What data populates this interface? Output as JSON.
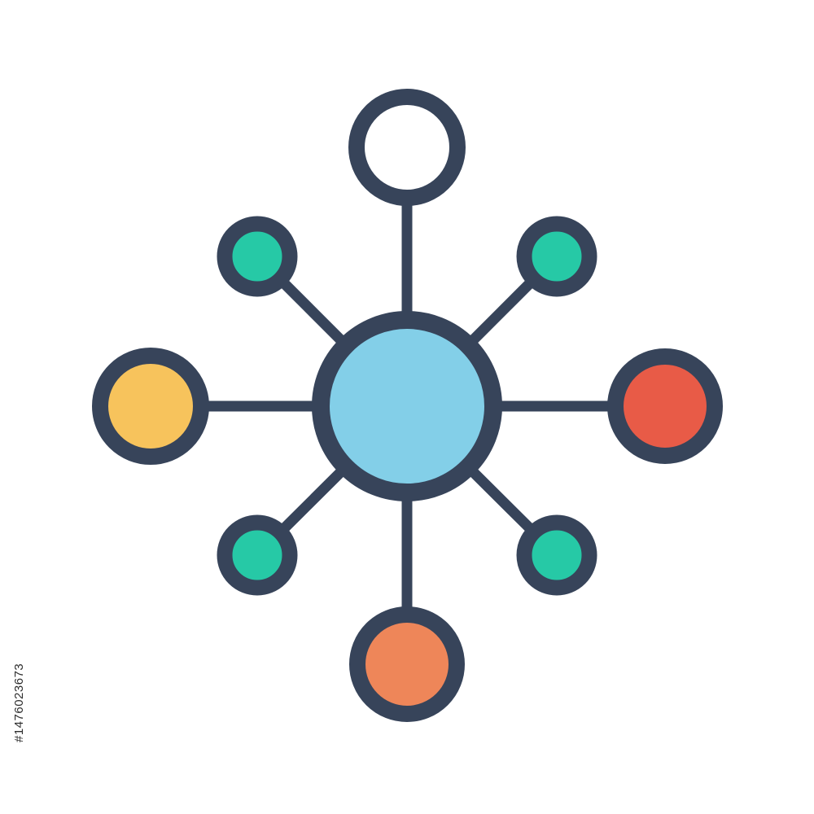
{
  "icon": {
    "name": "network-hub-icon",
    "colors": {
      "stroke": "#37445a",
      "hub": "#83cfe8",
      "top_node": "#ffffff",
      "left_node": "#f7c35c",
      "right_node": "#e85b47",
      "bottom_node": "#ee8659",
      "small_nodes": "#26c9a6",
      "background": "#ffffff"
    },
    "nodes": [
      {
        "id": "hub",
        "icon": "hub-node-icon",
        "color": "hub"
      },
      {
        "id": "top",
        "icon": "top-node-icon",
        "color": "top_node"
      },
      {
        "id": "left",
        "icon": "left-node-icon",
        "color": "left_node"
      },
      {
        "id": "right",
        "icon": "right-node-icon",
        "color": "right_node"
      },
      {
        "id": "bottom",
        "icon": "bottom-node-icon",
        "color": "bottom_node"
      },
      {
        "id": "top-left",
        "icon": "top-left-node-icon",
        "color": "small_nodes"
      },
      {
        "id": "top-right",
        "icon": "top-right-node-icon",
        "color": "small_nodes"
      },
      {
        "id": "bottom-left",
        "icon": "bottom-left-node-icon",
        "color": "small_nodes"
      },
      {
        "id": "bottom-right",
        "icon": "bottom-right-node-icon",
        "color": "small_nodes"
      }
    ]
  },
  "watermark": {
    "id_text": "#1476023673"
  }
}
